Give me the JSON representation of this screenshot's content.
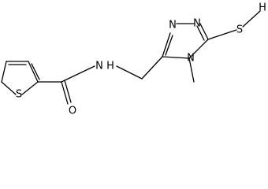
{
  "molecule": {
    "atoms": {
      "thiophene_s": "S",
      "carbonyl_o": "O",
      "amide_n": "N",
      "hydrogen": "H",
      "triazole_n1": "N",
      "triazole_n2": "N",
      "triazole_n4": "N",
      "thiol_s": "S",
      "thiol_h": "H"
    }
  },
  "colors": {
    "bond": "#000000",
    "background": "#ffffff"
  }
}
